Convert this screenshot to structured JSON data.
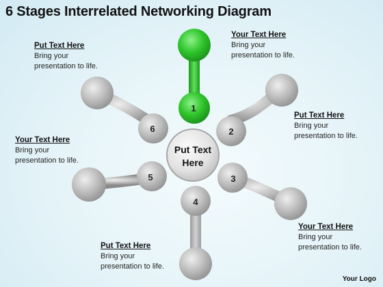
{
  "title": "6 Stages Interrelated Networking Diagram",
  "center_label_lines": [
    "Put Text",
    "Here"
  ],
  "stage_numbers": [
    "1",
    "2",
    "3",
    "4",
    "5",
    "6"
  ],
  "colors": {
    "active_green": "#22b81e",
    "gray": "#a9a9a9"
  },
  "callouts": [
    {
      "heading": "Your Text Here",
      "line1": "Bring your",
      "line2": "presentation to life."
    },
    {
      "heading": "Put Text Here",
      "line1": "Bring your",
      "line2": "presentation to life."
    },
    {
      "heading": "Put Text Here",
      "line1": "Bring your",
      "line2": "presentation to life."
    },
    {
      "heading": "Your Text Here",
      "line1": "Bring your",
      "line2": "presentation to life."
    },
    {
      "heading": "Your Text Here",
      "line1": "Bring your",
      "line2": "presentation to life."
    },
    {
      "heading": "Put Text Here",
      "line1": "Bring your",
      "line2": "presentation to life."
    }
  ],
  "logo_text": "Your Logo"
}
